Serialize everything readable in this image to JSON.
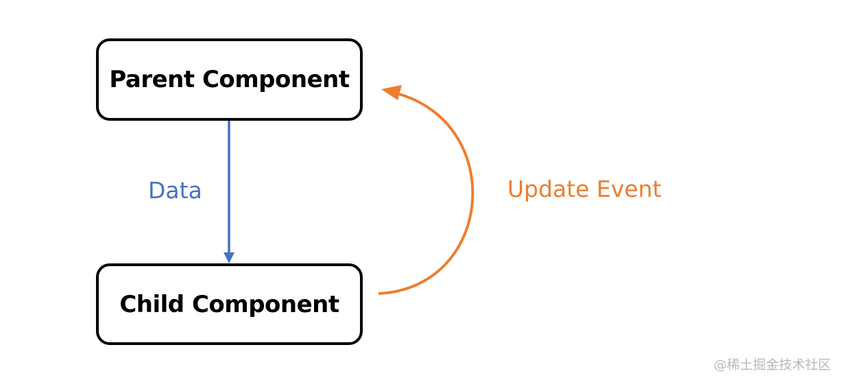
{
  "nodes": {
    "parent": {
      "label": "Parent Component"
    },
    "child": {
      "label": "Child Component"
    }
  },
  "edges": {
    "data": {
      "label": "Data",
      "color": "#4472c4"
    },
    "update_event": {
      "label": "Update Event",
      "color": "#ed7d31"
    }
  },
  "watermark": {
    "text": "@稀土掘金技术社区"
  }
}
